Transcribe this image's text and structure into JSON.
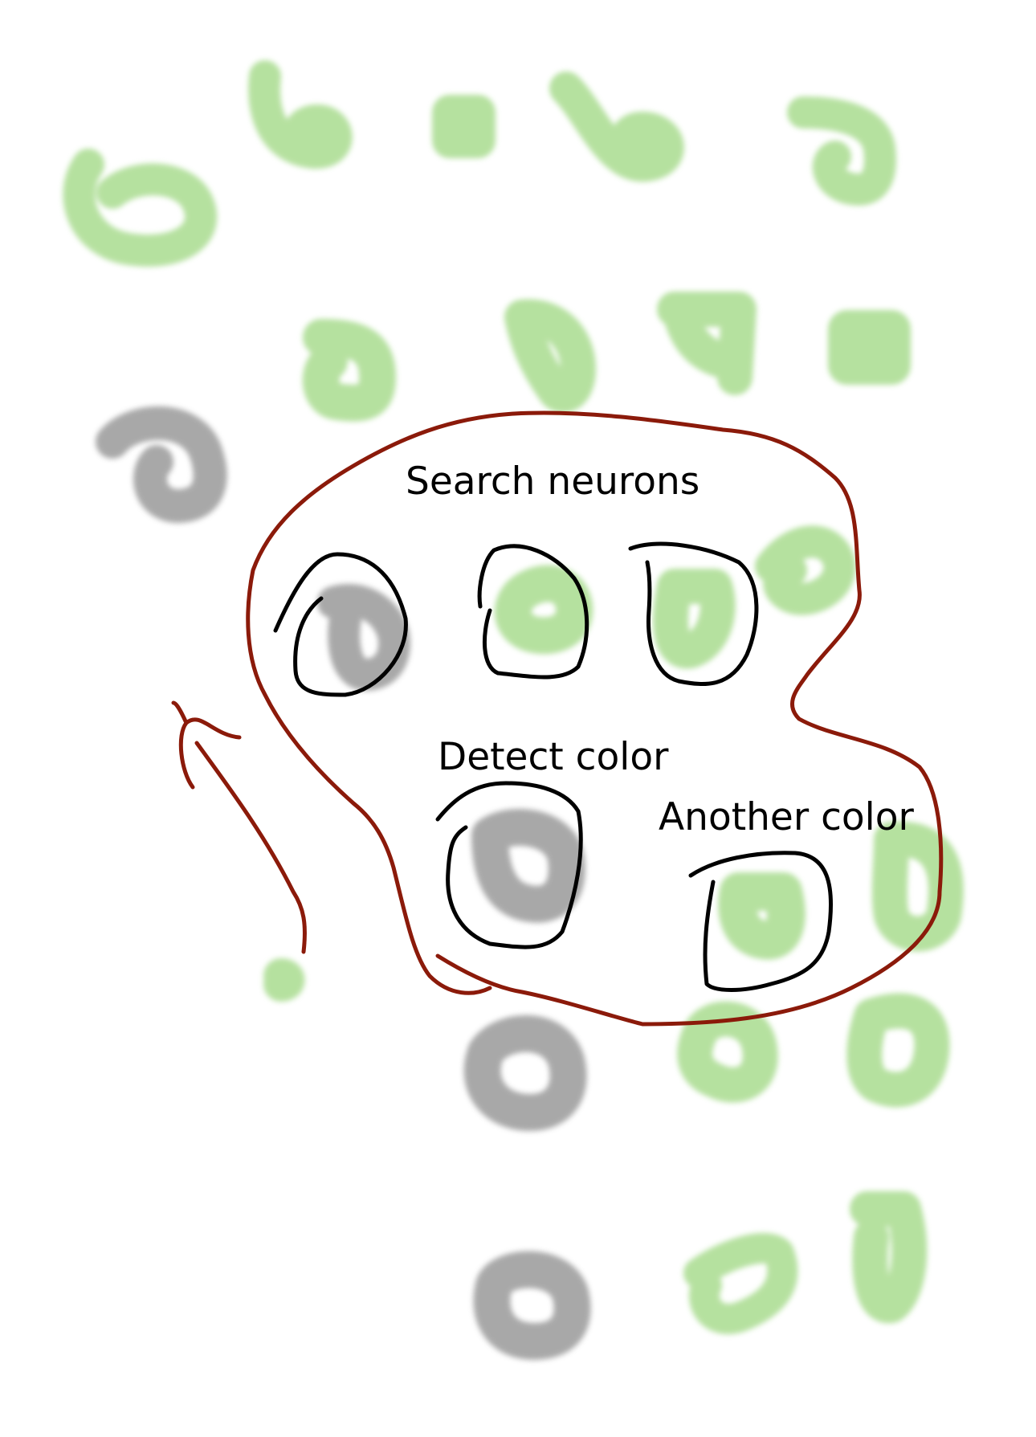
{
  "labels": {
    "search": "Search neurons",
    "detect": "Detect color",
    "another": "Another color"
  },
  "colors": {
    "green_neuron": "#a9dc8f",
    "gray_neuron": "#9a9a9a",
    "outline_ink": "#000000",
    "boundary_ink": "#8b1a0a",
    "background": "#ffffff"
  },
  "neurons": {
    "green_count": 19,
    "gray_count": 5,
    "circled_count": 5
  }
}
